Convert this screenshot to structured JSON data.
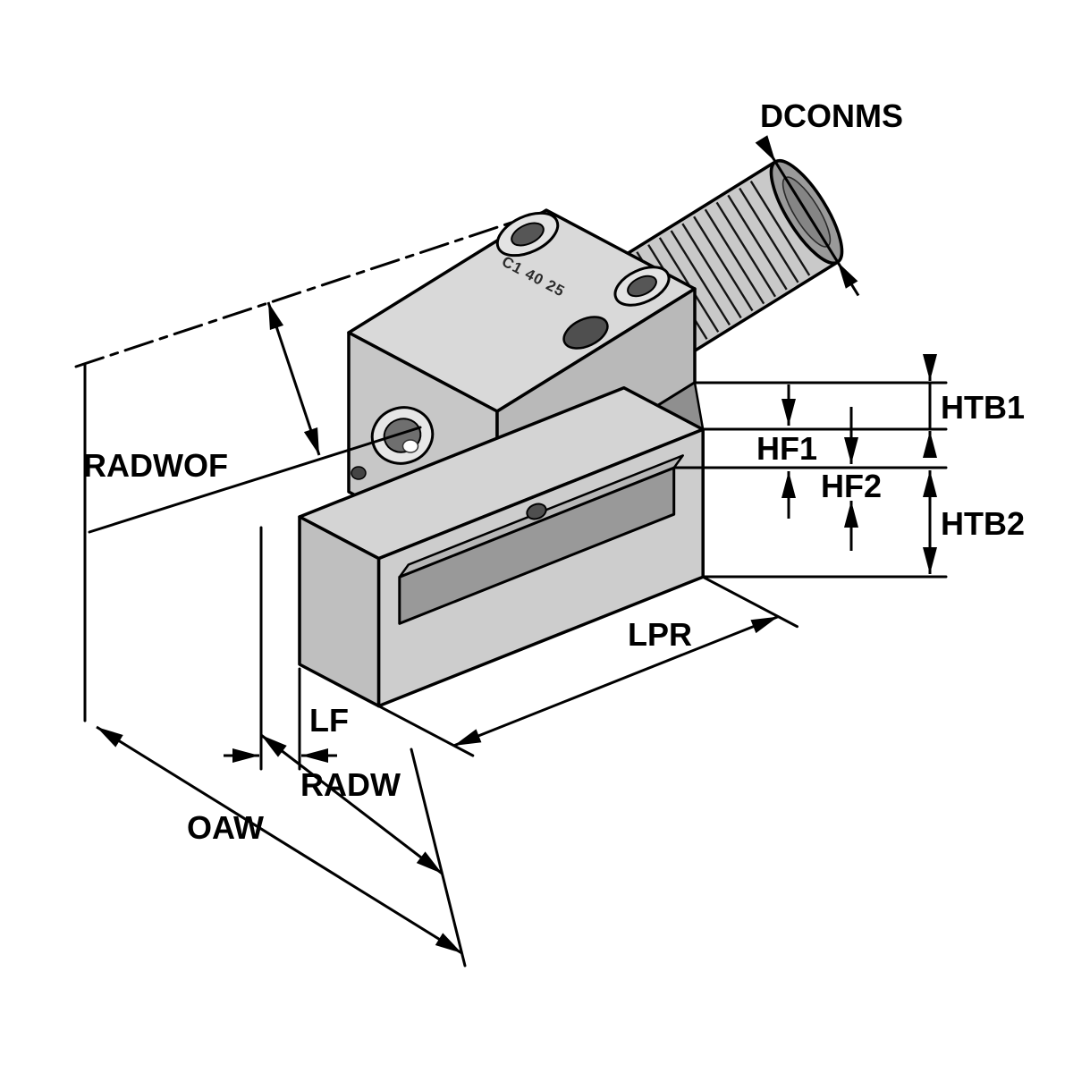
{
  "diagram": {
    "part_marking": "C1 40 25",
    "labels": {
      "dconms": "DCONMS",
      "radwof": "RADWOF",
      "hf1": "HF1",
      "hf2": "HF2",
      "htb1": "HTB1",
      "htb2": "HTB2",
      "lpr": "LPR",
      "lf": "LF",
      "radw": "RADW",
      "oaw": "OAW"
    },
    "colors": {
      "outline": "#000000",
      "background": "#ffffff",
      "face_light": "#d9d9d9",
      "face_mid": "#c7c7c7",
      "face_dark": "#b9b9b9",
      "metal": "#c9c9c9",
      "slot": "#8f8f8f",
      "insert": "#999999"
    }
  }
}
